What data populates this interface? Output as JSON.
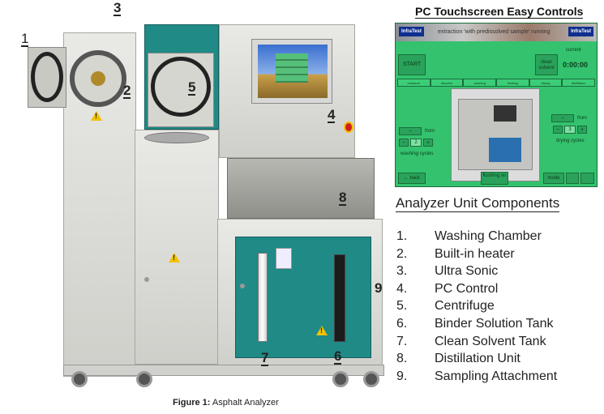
{
  "touchscreen": {
    "heading": "PC Touchscreen Easy Controls",
    "logo": "InfraTest",
    "status": "extraction 'with predissolved sample' running",
    "start_button": "START",
    "solvent_button": "clean solvent",
    "timer": "0:00:00",
    "timer_label": "current",
    "tabs": [
      "measure",
      "dissolve",
      "washing",
      "heating",
      "drying",
      "distillation"
    ],
    "washing": {
      "from_label": "from",
      "value": "2",
      "label": "washing cycles",
      "minus": "−",
      "plus": "+"
    },
    "drying": {
      "from_label": "from",
      "value": "3",
      "label": "drying cycles",
      "minus": "−",
      "plus": "+"
    },
    "back_button": "← back",
    "flushing_button": "flushing on",
    "mode_button": "mode"
  },
  "machine": {
    "callouts": [
      "1",
      "2",
      "3",
      "4",
      "5",
      "6",
      "7",
      "8",
      "9"
    ]
  },
  "legend": {
    "title": "Analyzer Unit Components",
    "items": [
      {
        "num": "1.",
        "text": "Washing Chamber"
      },
      {
        "num": "2.",
        "text": "Built-in heater"
      },
      {
        "num": "3.",
        "text": "Ultra Sonic"
      },
      {
        "num": "4.",
        "text": "PC Control"
      },
      {
        "num": "5.",
        "text": "Centrifuge"
      },
      {
        "num": "6.",
        "text": "Binder Solution Tank"
      },
      {
        "num": "7.",
        "text": "Clean Solvent Tank"
      },
      {
        "num": "8.",
        "text": "Distillation Unit"
      },
      {
        "num": "9.",
        "text": "Sampling Attachment"
      }
    ]
  },
  "caption": {
    "figure": "Figure 1:",
    "text": "Asphalt Analyzer"
  },
  "colors": {
    "screen_green": "#34c26e",
    "panel_teal": "#1f8a86",
    "steel": "#d8d8d4",
    "warning": "#f2c200"
  }
}
